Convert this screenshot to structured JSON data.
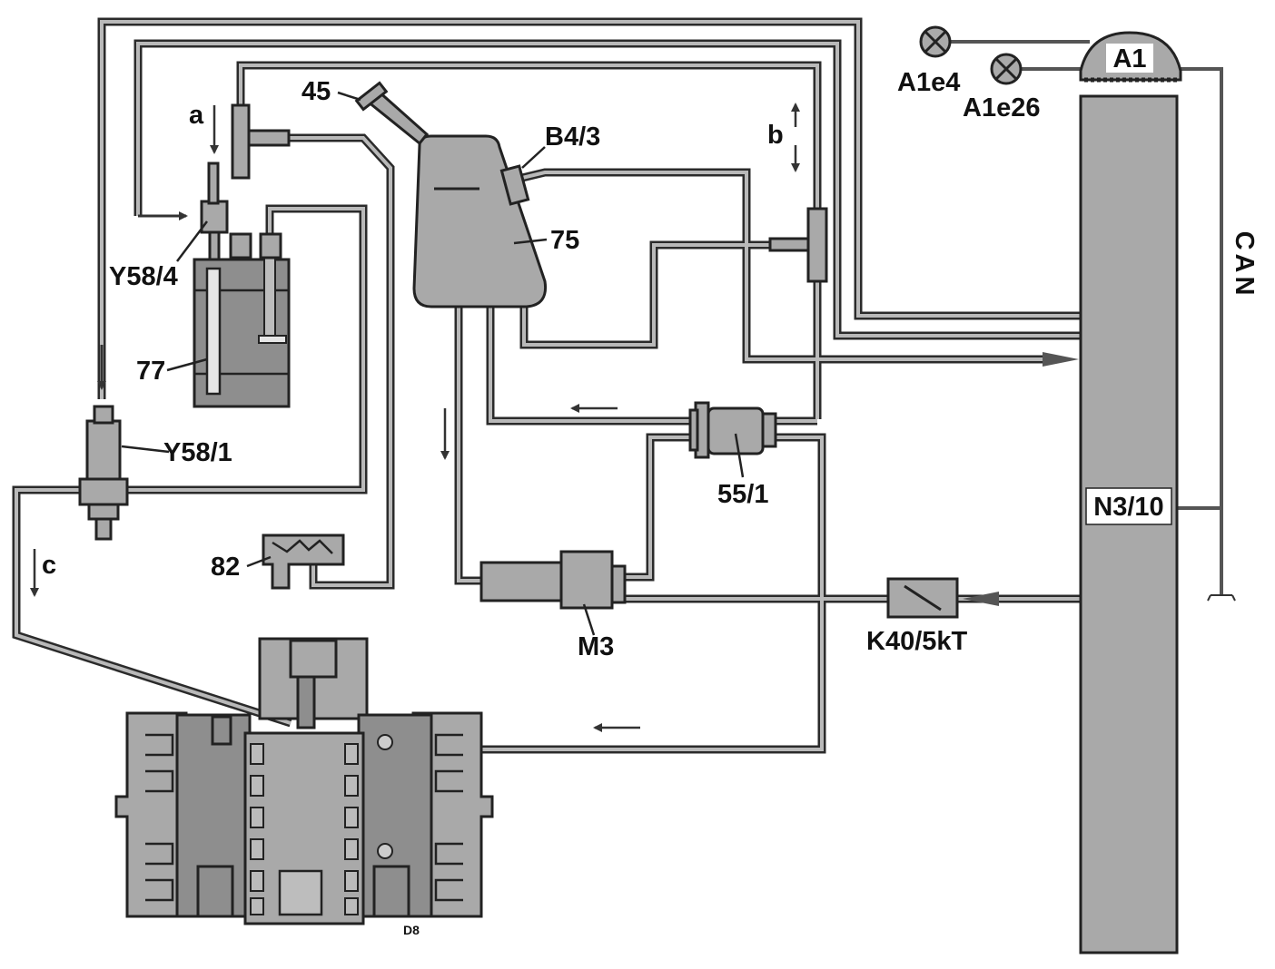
{
  "colors": {
    "component_fill": "#a9a9a9",
    "pipe_outline": "#2b2b2b",
    "pipe_inner": "#b9b9b9",
    "background": "#ffffff"
  },
  "labels": {
    "a1": "A1",
    "a1e4": "A1e4",
    "a1e26": "A1e26",
    "l45": "45",
    "b4_3": "B4/3",
    "b": "b",
    "a": "a",
    "l75": "75",
    "y58_4": "Y58/4",
    "l77": "77",
    "y58_1": "Y58/1",
    "l55_1": "55/1",
    "c": "c",
    "l82": "82",
    "m3": "M3",
    "k40": "K40/5kT",
    "n3_10": "N3/10",
    "can": "CAN",
    "d8": "D8"
  }
}
